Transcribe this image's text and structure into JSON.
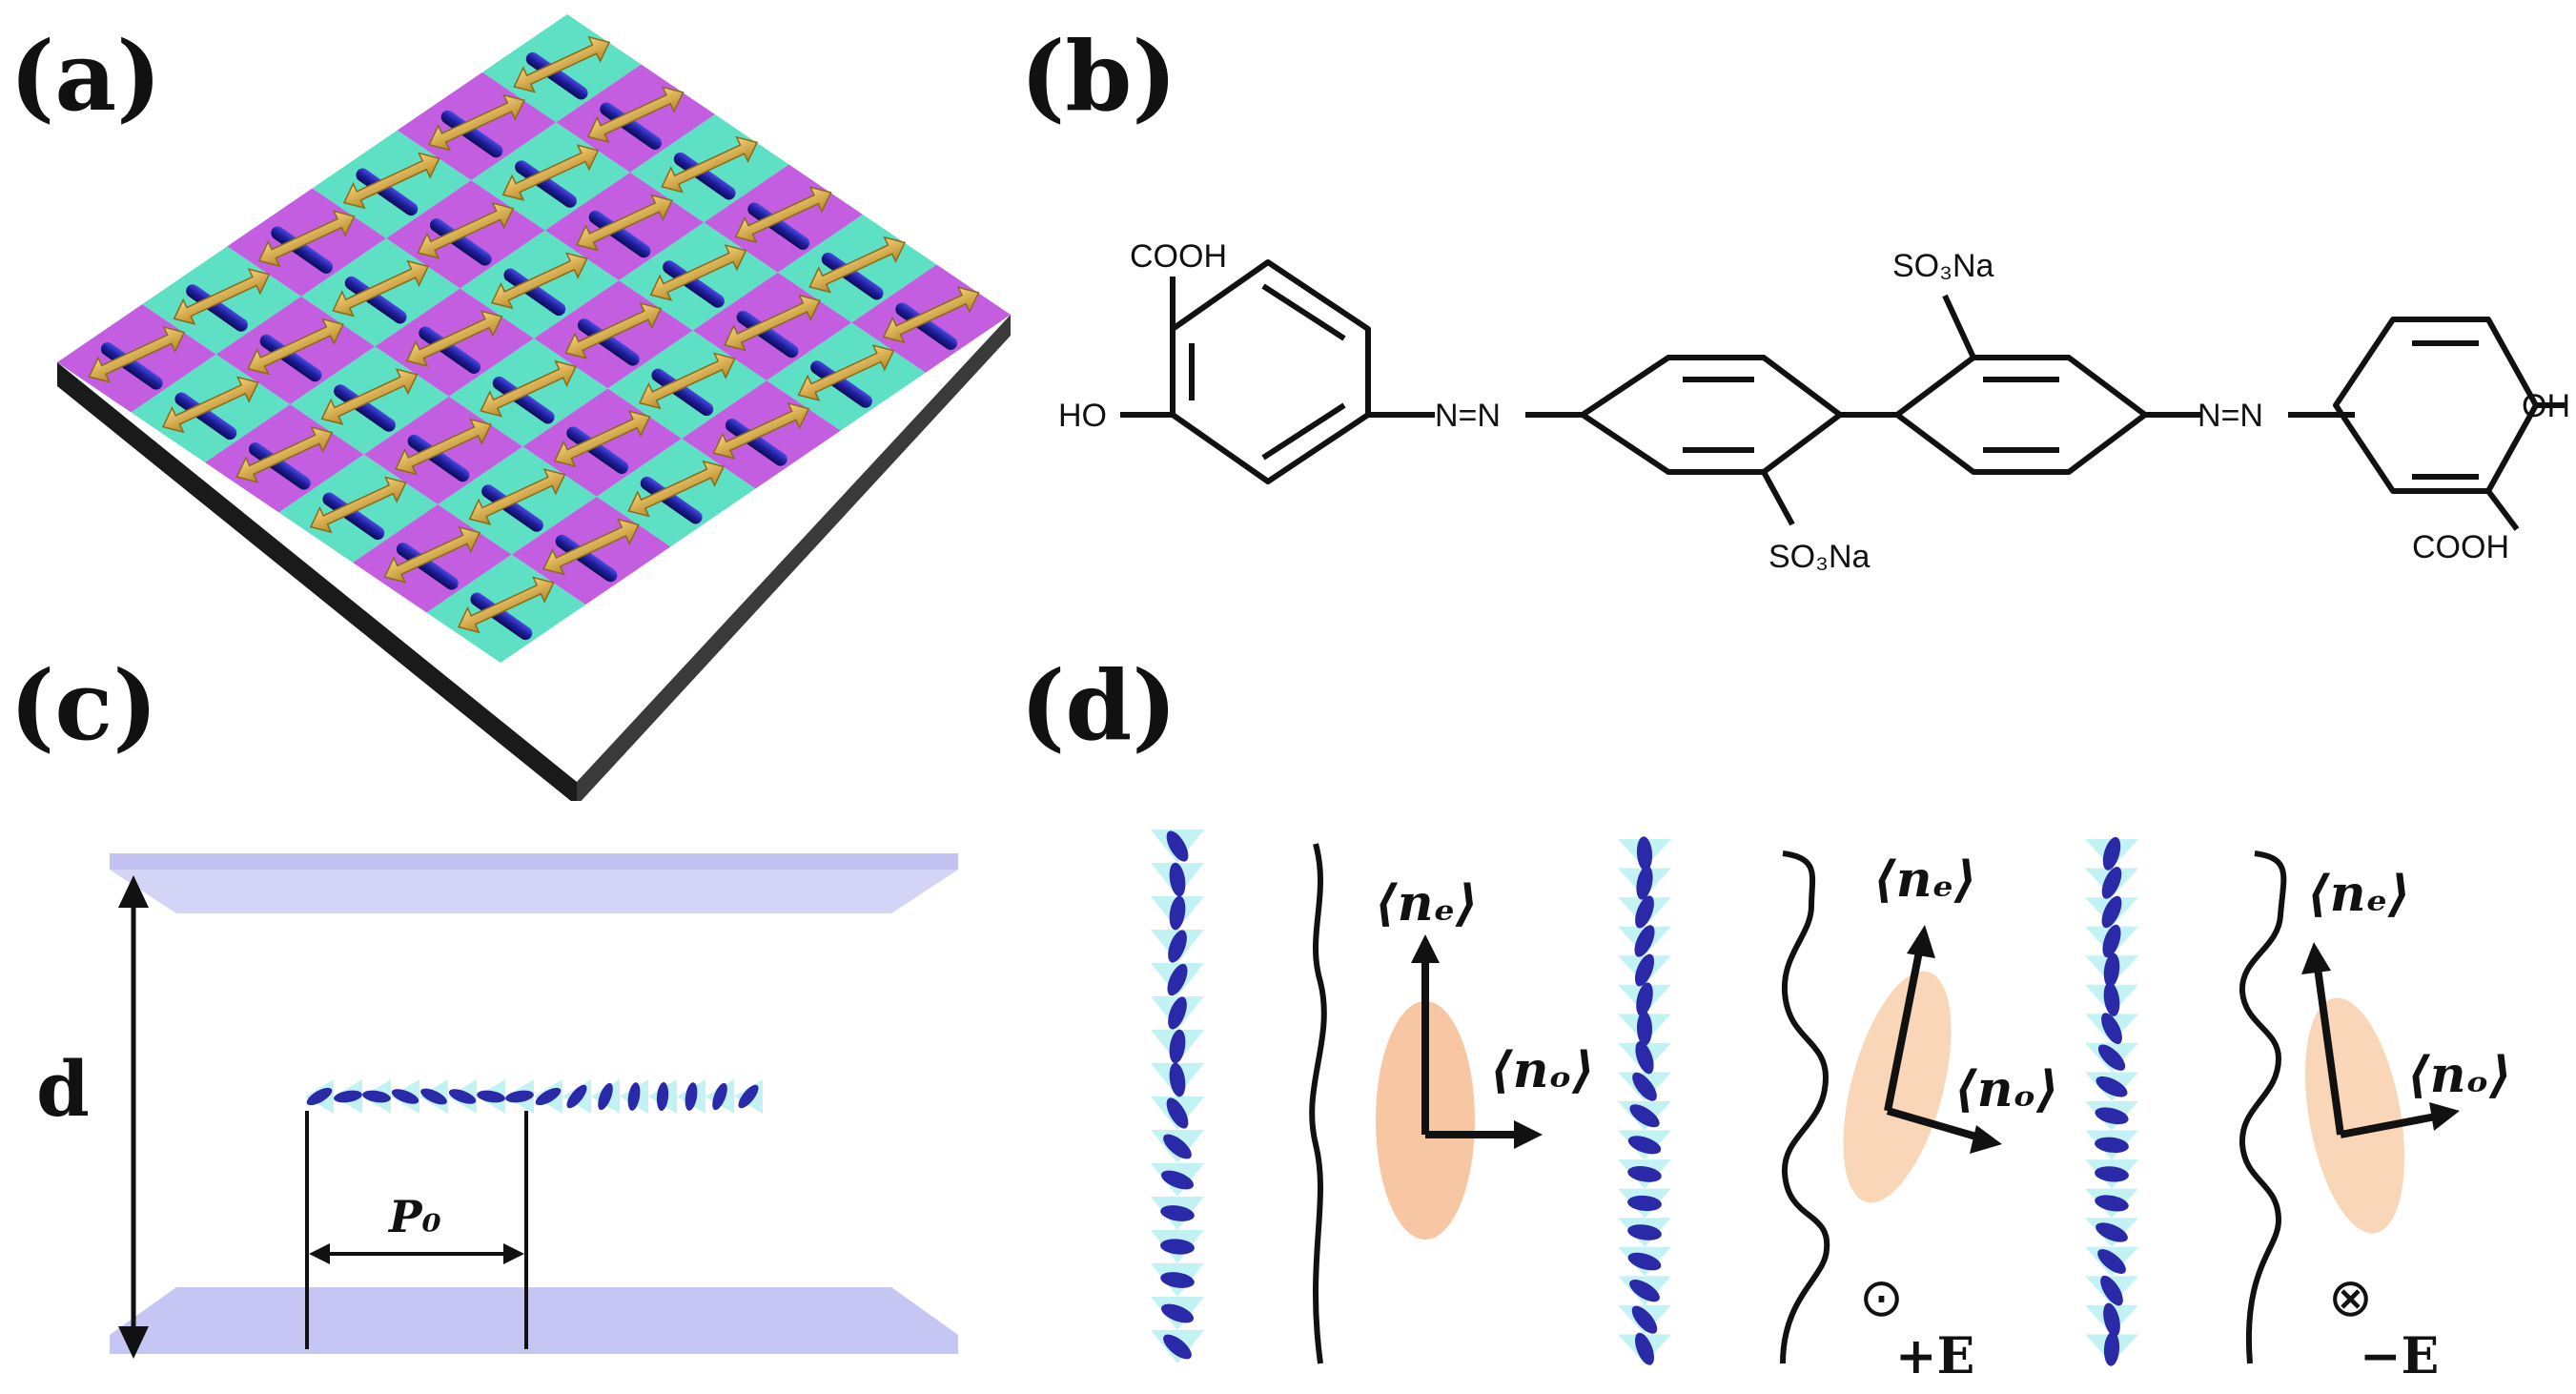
{
  "labels": {
    "a": "(a)",
    "b": "(b)",
    "c": "(c)",
    "d": "(d)"
  },
  "panel_b": {
    "cooh_top": "COOH",
    "ho_left": "HO",
    "so3na_top": "SO₃Na",
    "so3na_bottom": "SO₃Na",
    "oh_right": "OH",
    "cooh_bottom": "COOH",
    "azo_left": "N=N",
    "azo_right": "N=N"
  },
  "panel_c": {
    "d_label": "d",
    "p0_label": "P₀"
  },
  "panel_d": {
    "ne": "⟨nₑ⟩",
    "no": "⟨nₒ⟩",
    "plus_e": "+E",
    "minus_e": "−E",
    "dot_symbol": "⊙",
    "cross_symbol": "⊗"
  },
  "colors": {
    "magenta": "#c45ee0",
    "teal": "#5de0c3",
    "rod": "#1e1e9e",
    "arrow": "#e6b84a",
    "plate": "#c8c8f5",
    "ellipse": "#f7c9a5",
    "cone": "#b8f0f3"
  }
}
